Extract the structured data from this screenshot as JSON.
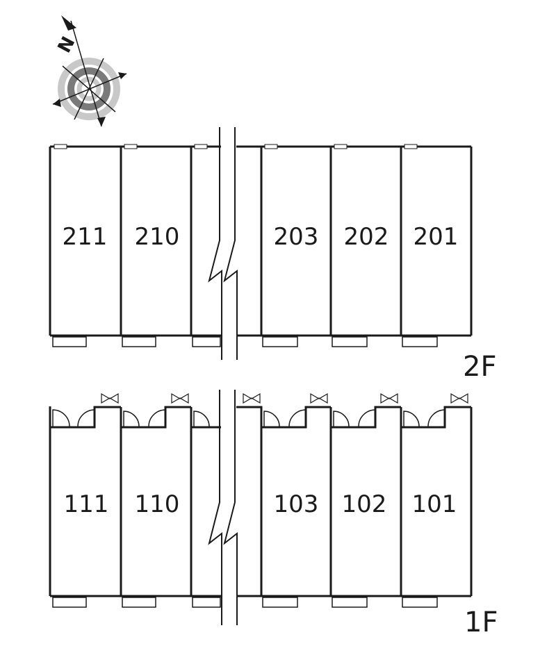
{
  "compass": {
    "north_label": "N",
    "icon": "compass-rose-icon",
    "rotation_deg": -28
  },
  "floors": {
    "upper": {
      "label": "2F",
      "units": [
        "211",
        "210",
        "203",
        "202",
        "201"
      ]
    },
    "lower": {
      "label": "1F",
      "units": [
        "111",
        "110",
        "103",
        "102",
        "101"
      ]
    }
  },
  "colors": {
    "wall": "#1a1a1a",
    "compass_ring_dark": "#7a7a7a",
    "compass_ring_light": "#c8c8c8"
  }
}
